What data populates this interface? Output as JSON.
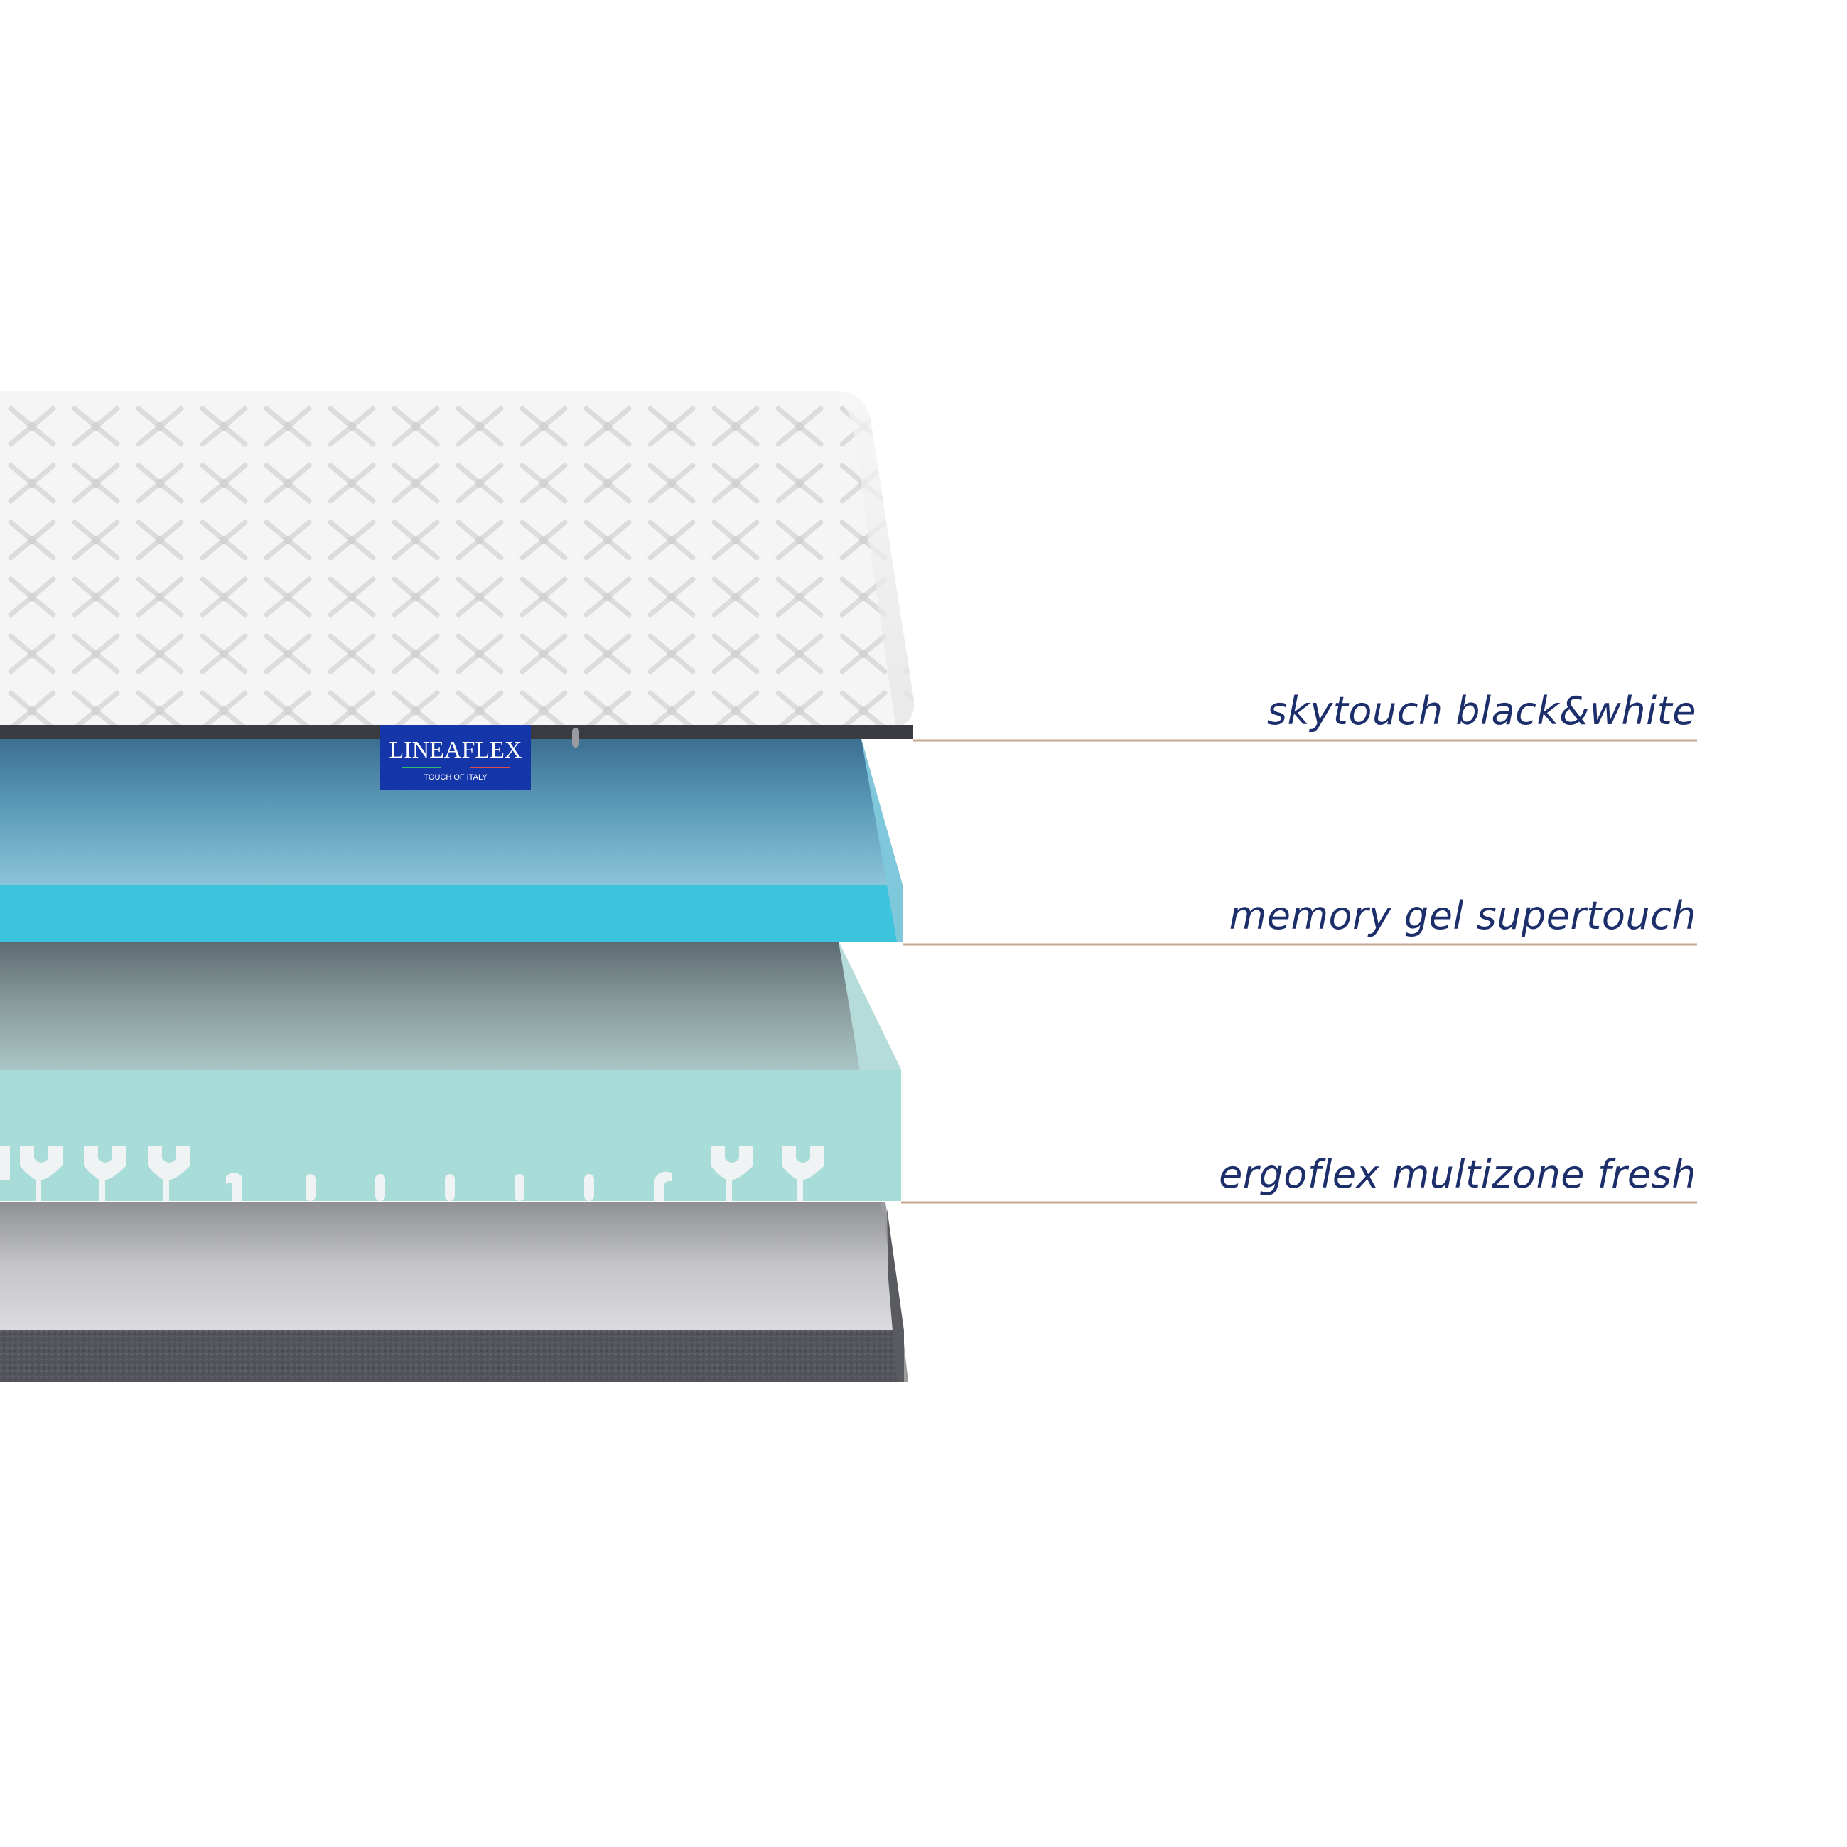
{
  "brand": {
    "tag_text": "LINEAFLEX",
    "tag_subtext": "TOUCH OF ITALY"
  },
  "layers": [
    {
      "label": "skytouch black&white"
    },
    {
      "label": "memory gel supertouch"
    },
    {
      "label": "ergoflex multizone fresh"
    }
  ],
  "colors": {
    "label_text": "#1d2f6b",
    "leader_line": "#c8a890",
    "topper_fabric": "#f4f4f4",
    "memory_gel": "#3cc4dc",
    "ergoflex": "#a8dcd8",
    "base_fabric": "#4f5057"
  }
}
